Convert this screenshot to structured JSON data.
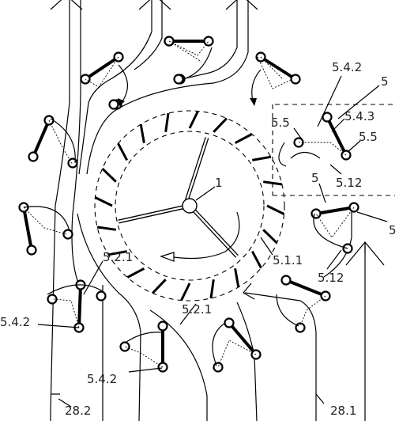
{
  "labels": {
    "l_1": "1",
    "l_5_4_2_top": "5.4.2",
    "l_5_top": "5",
    "l_5_5_a": "5.5",
    "l_5_4_3": "5.4.3",
    "l_5_5_b": "5.5",
    "l_5_12_a": "5.12",
    "l_5_mid": "5",
    "l_5_right": "5",
    "l_5_1_1": "5.1.1",
    "l_5_12_b": "5.12",
    "l_5_2_1_a": "5.2.1",
    "l_5_2_1_b": "5.2.1",
    "l_5_4_2_left": "5.4.2",
    "l_5_4_2_bottom": "5.4.2",
    "l_28_2": "28.2",
    "l_28_1": "28.1"
  }
}
